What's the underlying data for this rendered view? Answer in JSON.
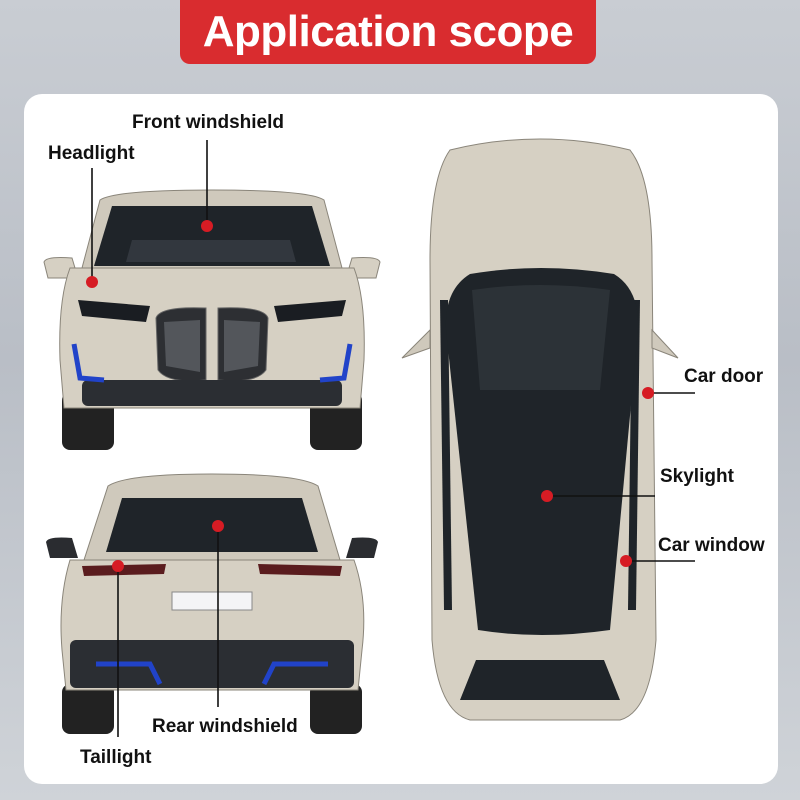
{
  "banner": {
    "title": "Application scope"
  },
  "colors": {
    "accent": "#d92c2f",
    "marker": "#d61c24",
    "car_body": "#d6d0c3",
    "glass": "#1f2429"
  },
  "labels": {
    "front_windshield": "Front windshield",
    "headlight": "Headlight",
    "car_door": "Car door",
    "skylight": "Skylight",
    "car_window": "Car window",
    "rear_windshield": "Rear windshield",
    "taillight": "Taillight"
  }
}
